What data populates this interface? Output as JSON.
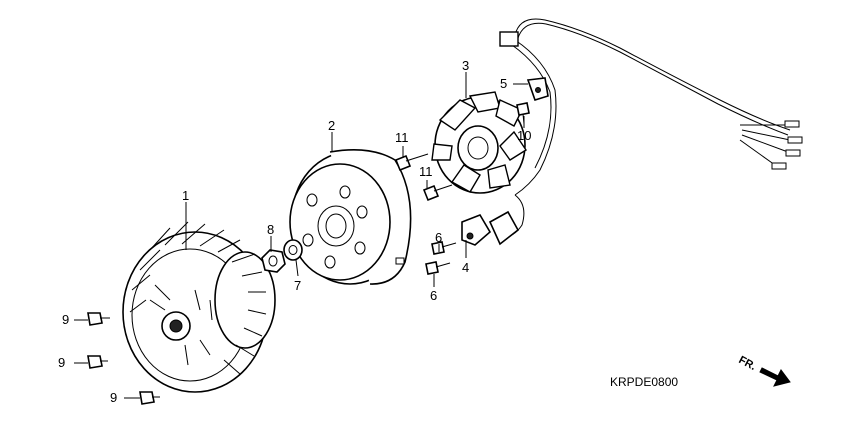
{
  "diagram_code": "KRPDE0800",
  "direction_label": "FR.",
  "callouts": {
    "fan": "1",
    "flywheel": "2",
    "stator": "3",
    "bracket_4": "4",
    "bracket_5": "5",
    "bolt_6_upper": "6",
    "bolt_6_lower": "6",
    "washer": "7",
    "nut": "8",
    "bolt_9_a": "9",
    "bolt_9_b": "9",
    "bolt_9_c": "9",
    "bolt_10": "10",
    "bolt_11_upper": "11",
    "bolt_11_lower": "11"
  }
}
